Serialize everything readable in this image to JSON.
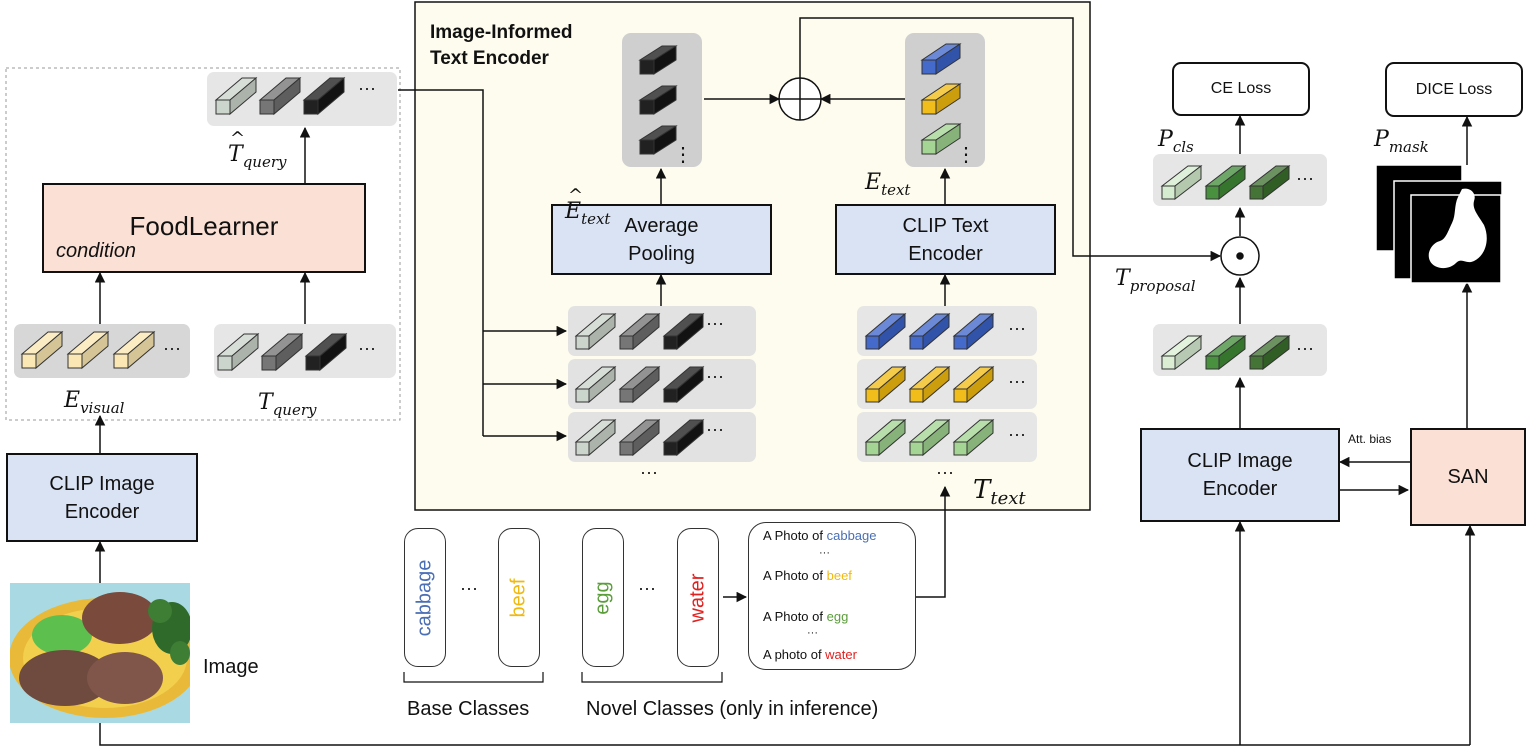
{
  "colors": {
    "white_cube": "#c9d3c9",
    "gray_cube": "#6f6f6f",
    "black_cube": "#151515",
    "cream_cube": "#fbe6b0",
    "blue_cube": "#3a62c8",
    "yellow_cube": "#f0b90f",
    "lightgreen_cube": "#9fd38f",
    "green_cube": "#3f8a35",
    "darkgreen_cube": "#3a6e2b",
    "paleblue_box": "#dae3f3",
    "peach_box": "#fbe0d5",
    "cream_panel": "#fefcee",
    "text_blue": "#4a6fb5",
    "text_yellow": "#f0b90f",
    "text_green": "#5a9e3a",
    "text_red": "#e0211f"
  },
  "left": {
    "foodlearner_label": "FoodLearner",
    "condition_label": "condition",
    "t_query_hat": {
      "base": "T",
      "sub": "query"
    },
    "e_visual": {
      "base": "E",
      "sub": "visual"
    },
    "t_query": {
      "base": "T",
      "sub": "query"
    },
    "clip_image_encoder_label": "CLIP Image\nEncoder",
    "image_caption": "Image",
    "dots": "···"
  },
  "middle": {
    "panel_title": "Image-Informed\nText Encoder",
    "e_text_hat": {
      "base": "E",
      "sub": "text"
    },
    "e_text": {
      "base": "E",
      "sub": "text"
    },
    "t_text": {
      "base": "T",
      "sub": "text"
    },
    "average_pooling_label": "Average\nPooling",
    "clip_text_encoder_label": "CLIP Text\nEncoder",
    "dots": "···",
    "vdots": "⋮"
  },
  "classes": {
    "base": [
      "cabbage",
      "beef"
    ],
    "novel": [
      "egg",
      "water"
    ],
    "base_caption": "Base Classes",
    "novel_caption": "Novel Classes (only in inference)",
    "dots": "···",
    "prompts": [
      {
        "prefix": "A Photo of ",
        "word": "cabbage"
      },
      {
        "prefix": "A Photo of ",
        "word": "beef"
      },
      {
        "prefix": "A Photo of ",
        "word": "egg"
      },
      {
        "prefix": "A photo of ",
        "word": "water"
      }
    ],
    "prompt_dots": "···"
  },
  "right": {
    "ce_loss_label": "CE Loss",
    "dice_loss_label": "DICE Loss",
    "p_cls": {
      "base": "P",
      "sub": "cls"
    },
    "p_mask": {
      "base": "P",
      "sub": "mask"
    },
    "t_proposal": {
      "base": "T",
      "sub": "proposal"
    },
    "clip_image_encoder_label": "CLIP Image\nEncoder",
    "san_label": "SAN",
    "att_bias_label": "Att. bias",
    "dots": "···"
  }
}
